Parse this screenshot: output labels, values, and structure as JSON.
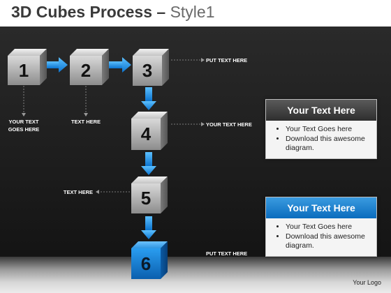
{
  "title": {
    "bold": "3D Cubes Process",
    "dash": " – ",
    "light": "Style1"
  },
  "cubes": [
    {
      "num": "1",
      "color": "gray"
    },
    {
      "num": "2",
      "color": "gray"
    },
    {
      "num": "3",
      "color": "gray"
    },
    {
      "num": "4",
      "color": "gray"
    },
    {
      "num": "5",
      "color": "gray"
    },
    {
      "num": "6",
      "color": "blue"
    }
  ],
  "labels": {
    "cube1": [
      "YOUR TEXT",
      "GOES HERE"
    ],
    "cube2": "TEXT HERE",
    "cube3": "PUT TEXT HERE",
    "cube4": "YOUR TEXT HERE",
    "cube5": "TEXT HERE",
    "cube6": "PUT TEXT HERE"
  },
  "boxes": [
    {
      "title": "Your Text Here",
      "bullets": [
        "Your Text Goes here",
        "Download this awesome diagram."
      ]
    },
    {
      "title": "Your Text Here",
      "bullets": [
        "Your Text Goes here",
        "Download this awesome diagram."
      ]
    }
  ],
  "logo": "Your Logo",
  "colors": {
    "accent": "#1a8fe3",
    "cube_gray": "#9a9a9a",
    "cube_blue": "#0f7fd6",
    "background": "#1e1e1e"
  }
}
